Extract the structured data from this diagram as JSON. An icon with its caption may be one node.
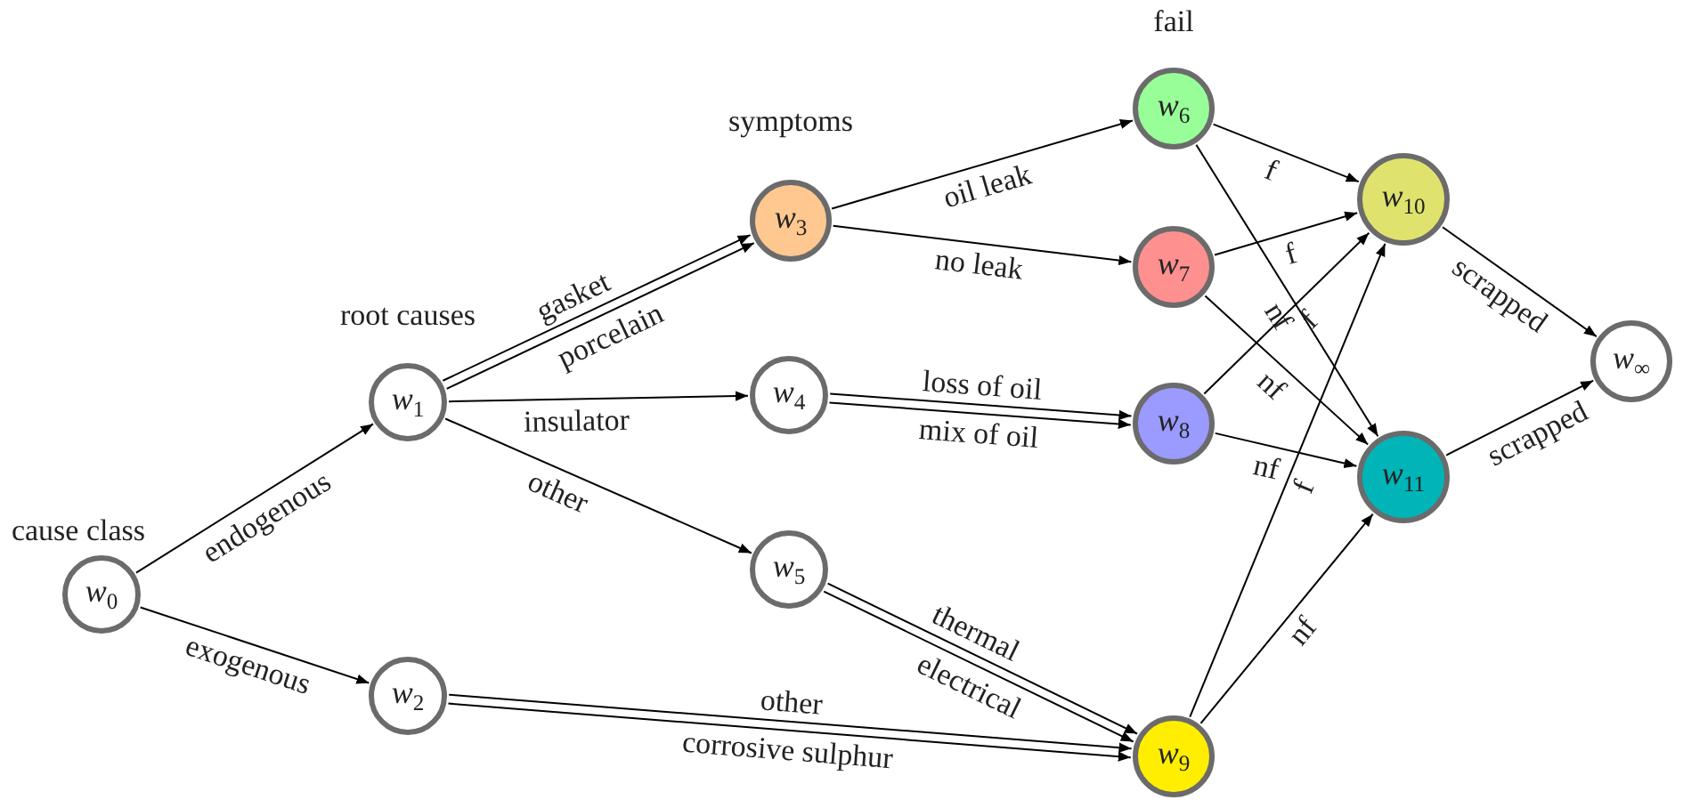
{
  "diagram": {
    "nodes": [
      {
        "text": [
          "*w*$_{0}$"
        ],
        "beside": [
          "cause class"
        ]
      },
      {
        "text": [
          "*w*$_{1}$"
        ],
        "beside": [
          "root causes"
        ]
      },
      {
        "text": [
          "*w*$_{2}$"
        ]
      },
      {
        "text": [
          "*w*$_{3}$"
        ],
        "beside": [
          "symptoms"
        ]
      },
      {
        "text": [
          "*w*$_{4}$"
        ]
      },
      {
        "text": [
          "*w*$_{5}$"
        ]
      },
      {
        "text": [
          "*w*$_{6}$"
        ],
        "beside": [
          "fail"
        ]
      },
      {
        "text": [
          "*w*$_{7}$"
        ]
      },
      {
        "text": [
          "*w*$_{8}$"
        ]
      },
      {
        "text": [
          "*w*$_{9}$"
        ]
      },
      {
        "text": [
          "*w*$_{10}$"
        ]
      },
      {
        "text": [
          "*w*$_{11}$"
        ]
      },
      {
        "text": [
          "*w*$_{∞}$"
        ]
      }
    ],
    "edges": [
      {
        "from": 0,
        "to": 1,
        "arrow": "to",
        "label": "endogenous"
      },
      {
        "from": 0,
        "to": 2,
        "arrow": "to",
        "label": "exogenous"
      },
      {
        "from": 1,
        "to": 3,
        "arrow": "to",
        "label": "gasket"
      },
      {
        "from": 1,
        "to": 3,
        "arrow": "to",
        "label": "porcelain"
      },
      {
        "from": 1,
        "to": 4,
        "arrow": "to",
        "label": "insulator"
      },
      {
        "from": 1,
        "to": 5,
        "arrow": "to",
        "label": "other"
      },
      {
        "from": 3,
        "to": 6,
        "arrow": "to",
        "label": "oil leak"
      },
      {
        "from": 3,
        "to": 7,
        "arrow": "to",
        "label": "no leak"
      },
      {
        "from": 4,
        "to": 8,
        "arrow": "to",
        "label": "loss of oil"
      },
      {
        "from": 4,
        "to": 8,
        "arrow": "to",
        "label": "mix of oil"
      },
      {
        "from": 5,
        "to": 9,
        "arrow": "to",
        "label": "thermal"
      },
      {
        "from": 5,
        "to": 9,
        "arrow": "to",
        "label": "electrical"
      },
      {
        "from": 2,
        "to": 9,
        "arrow": "to",
        "label": "other"
      },
      {
        "from": 2,
        "to": 9,
        "arrow": "to",
        "label": "corrosive sulphur"
      },
      {
        "from": 6,
        "to": 10,
        "arrow": "to",
        "label": "f"
      },
      {
        "from": 6,
        "to": 11,
        "arrow": "to",
        "label": "nf"
      },
      {
        "from": 7,
        "to": 10,
        "arrow": "to",
        "label": "f"
      },
      {
        "from": 7,
        "to": 11,
        "arrow": "to",
        "label": "nf"
      },
      {
        "from": 8,
        "to": 10,
        "arrow": "to",
        "label": "f"
      },
      {
        "from": 8,
        "to": 11,
        "arrow": "to",
        "label": "nf"
      },
      {
        "from": 9,
        "to": 10,
        "arrow": "to",
        "label": "f"
      },
      {
        "from": 9,
        "to": 11,
        "arrow": "to",
        "label": "nf"
      },
      {
        "from": 10,
        "to": 12,
        "arrow": "to",
        "label": "scrapped"
      },
      {
        "from": 11,
        "to": 12,
        "arrow": "to",
        "label": "scrapped"
      }
    ]
  }
}
